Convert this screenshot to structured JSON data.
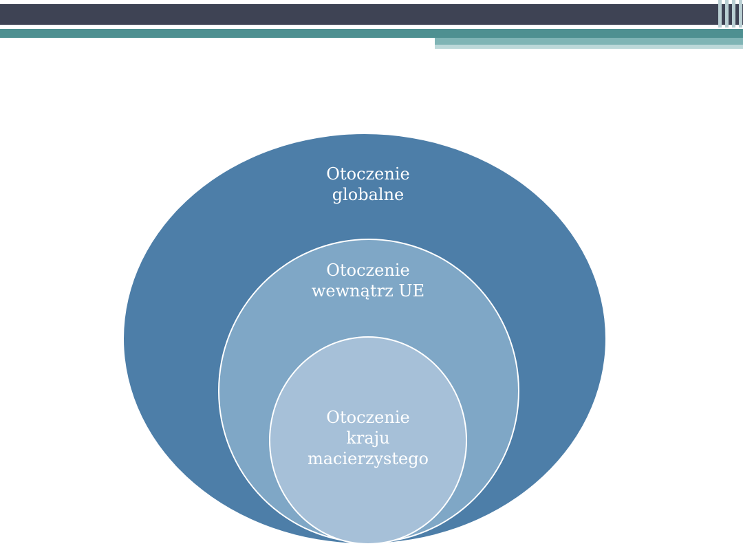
{
  "colors": {
    "page-bg": "#ffffff",
    "header-dark": "#3e4354",
    "teal-main": "#4e9091",
    "teal-mid": "#7fb4b5",
    "teal-light": "#bcd8d9",
    "stripe": "#b9cfd3",
    "ellipse-outer": "#4d7ea8",
    "ellipse-middle": "#7fa7c6",
    "ellipse-inner": "#a6c0d8",
    "label-text": "#ffffff"
  },
  "diagram": {
    "type": "nested-ellipses",
    "rings": [
      {
        "label": "Otoczenie globalne",
        "lines": [
          "Otoczenie",
          "globalne"
        ]
      },
      {
        "label": "Otoczenie wewnątrz UE",
        "lines": [
          "Otoczenie",
          "wewnątrz UE"
        ]
      },
      {
        "label": "Otoczenie kraju macierzystego",
        "lines": [
          "Otoczenie",
          "kraju",
          "macierzystego"
        ]
      }
    ]
  }
}
